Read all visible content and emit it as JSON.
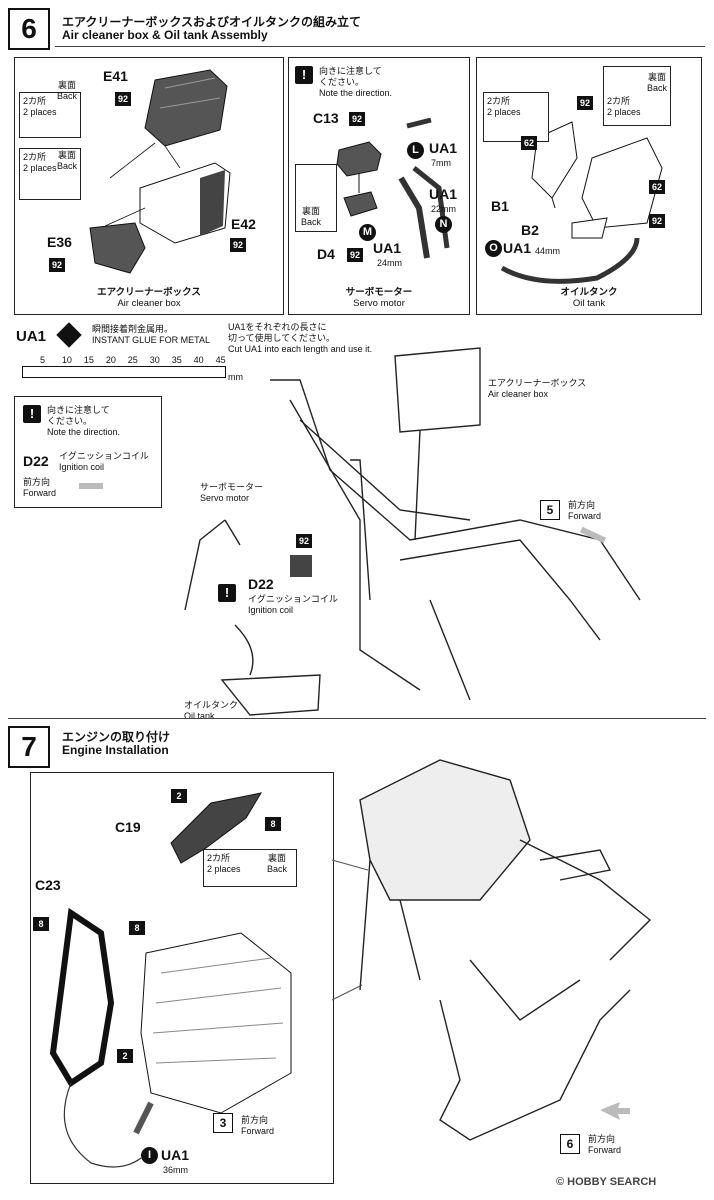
{
  "step6": {
    "number": "6",
    "title_jp": "エアクリーナーボックスおよびオイルタンクの組み立て",
    "title_en": "Air cleaner box & Oil tank Assembly",
    "air_cleaner_panel": {
      "caption_jp": "エアクリーナーボックス",
      "caption_en": "Air cleaner box",
      "parts": [
        "E41",
        "E42",
        "E36"
      ],
      "badge": "92",
      "back_note_jp": "裏面",
      "back_note_en": "Back",
      "places_jp": "2カ所",
      "places_en": "2 places"
    },
    "servo_panel": {
      "caption_jp": "サーボモーター",
      "caption_en": "Servo motor",
      "note_jp": "向きに注意して\nください。",
      "note_en": "Note the direction.",
      "parts": [
        "C13",
        "D4"
      ],
      "badge": "92",
      "back_note_jp": "裏面",
      "back_note_en": "Back",
      "ua_labels": [
        {
          "letter": "L",
          "label": "UA1",
          "length": "7mm"
        },
        {
          "letter": "N",
          "label": "UA1",
          "length": "22mm"
        },
        {
          "letter": "M",
          "label": "UA1",
          "length": "24mm"
        }
      ]
    },
    "oil_tank_panel": {
      "caption_jp": "オイルタンク",
      "caption_en": "Oil tank",
      "parts": [
        "B1",
        "B2"
      ],
      "badges": [
        "92",
        "62"
      ],
      "places_jp": "2カ所",
      "places_en": "2 places",
      "back_note_jp": "裏面",
      "back_note_en": "Back",
      "ua": {
        "letter": "O",
        "label": "UA1",
        "length": "44mm"
      }
    },
    "glue": {
      "code": "UA1",
      "desc_jp": "瞬間接着剤金属用。",
      "desc_en": "INSTANT GLUE  FOR METAL",
      "cut_jp": "UA1をそれぞれの長さに\n切って使用してください。",
      "cut_en": "Cut UA1 into each length and use it.",
      "ruler_ticks": [
        "5",
        "10",
        "15",
        "20",
        "25",
        "30",
        "35",
        "40",
        "45"
      ],
      "ruler_unit": "mm"
    },
    "ignition_note": {
      "note_jp": "向きに注意して\nください。",
      "note_en": "Note the direction.",
      "part": "D22",
      "part_jp": "イグニッションコイル",
      "part_en": "Ignition coil",
      "forward_jp": "前方向",
      "forward_en": "Forward"
    },
    "frame": {
      "air_cleaner_jp": "エアクリーナーボックス",
      "air_cleaner_en": "Air cleaner box",
      "servo_jp": "サーボモーター",
      "servo_en": "Servo motor",
      "ignition_part": "D22",
      "ignition_jp": "イグニッションコイル",
      "ignition_en": "Ignition coil",
      "ignition_badge": "92",
      "oil_jp": "オイルタンク",
      "oil_en": "Oil tank",
      "ref_step": "5",
      "forward_jp": "前方向",
      "forward_en": "Forward"
    }
  },
  "step7": {
    "number": "7",
    "title_jp": "エンジンの取り付け",
    "title_en": "Engine Installation",
    "parts": [
      "C19",
      "C23"
    ],
    "badges": [
      "2",
      "8"
    ],
    "places_jp": "2カ所",
    "places_en": "2 places",
    "back_note_jp": "裏面",
    "back_note_en": "Back",
    "ref_step_a": "3",
    "ref_step_b": "6",
    "forward_jp": "前方向",
    "forward_en": "Forward",
    "ua": {
      "letter": "I",
      "label": "UA1",
      "length": "36mm"
    }
  },
  "watermark": "HOBBY SEARCH",
  "copyright": "©"
}
